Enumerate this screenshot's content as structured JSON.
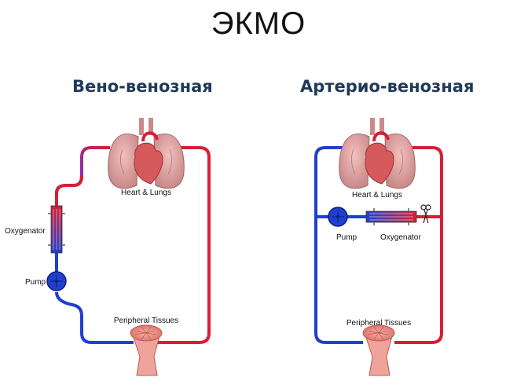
{
  "title": "ЭКМО",
  "left": {
    "subtitle": "Вено-венозная",
    "heart_label": "Heart & Lungs",
    "oxygenator_label": "Oxygenator",
    "pump_label": "Pump",
    "tissues_label": "Peripheral Tissues"
  },
  "right": {
    "subtitle": "Артерио-венозная",
    "heart_label": "Heart & Lungs",
    "pump_label": "Pump",
    "oxygenator_label": "Oxygenator",
    "tissues_label": "Peripheral Tissues"
  },
  "colors": {
    "venous": "#1f3fcf",
    "arterial": "#d81e35",
    "mixed": "#8b2fae",
    "tissue": "#e8837a"
  }
}
